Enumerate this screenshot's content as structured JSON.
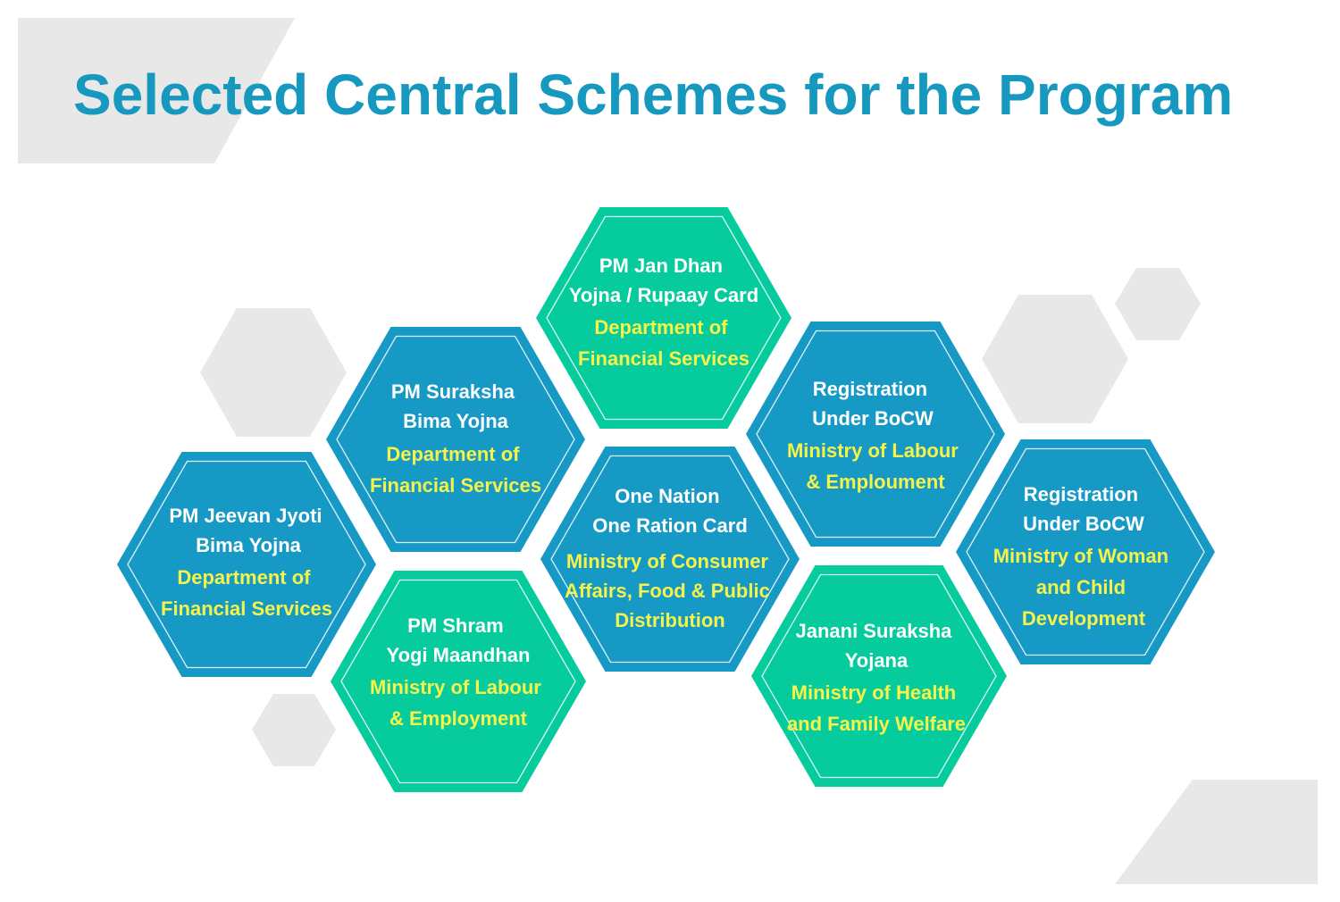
{
  "title": "Selected Central Schemes for the Program",
  "colors": {
    "title": "#1698BF",
    "blue_hex": "#1699C4",
    "green_hex": "#06CB9C",
    "subtitle": "#F4F44A",
    "decor": "#E8E8E8",
    "hex_border": "#ffffff"
  },
  "nodes": [
    {
      "id": "pm-jan-dhan",
      "color": "green",
      "title": [
        "PM Jan Dhan",
        "Yojna / Rupaay Card"
      ],
      "subtitle": [
        "Department of",
        "Financial Services"
      ]
    },
    {
      "id": "pm-suraksha-bima",
      "color": "blue",
      "title": [
        "PM Suraksha",
        "Bima Yojna"
      ],
      "subtitle": [
        "Department of",
        "Financial Services"
      ]
    },
    {
      "id": "registration-bocw-labour",
      "color": "blue",
      "title": [
        "Registration",
        "Under BoCW"
      ],
      "subtitle": [
        "Ministry of Labour",
        "& Emploument"
      ]
    },
    {
      "id": "pm-jeevan-jyoti",
      "color": "blue",
      "title": [
        "PM Jeevan Jyoti",
        "Bima Yojna"
      ],
      "subtitle": [
        "Department of",
        "Financial Services"
      ]
    },
    {
      "id": "one-nation-ration",
      "color": "blue",
      "title": [
        "One Nation",
        "One Ration Card"
      ],
      "subtitle": [
        "Ministry of Consumer",
        "Affairs, Food & Public",
        "Distribution"
      ]
    },
    {
      "id": "registration-bocw-woman",
      "color": "blue",
      "title": [
        "Registration",
        "Under BoCW"
      ],
      "subtitle": [
        "Ministry of Woman",
        "and Child",
        "Development"
      ]
    },
    {
      "id": "pm-shram-yogi",
      "color": "green",
      "title": [
        "PM Shram",
        "Yogi Maandhan"
      ],
      "subtitle": [
        "Ministry of Labour",
        "& Employment"
      ]
    },
    {
      "id": "janani-suraksha",
      "color": "green",
      "title": [
        "Janani Suraksha",
        "Yojana"
      ],
      "subtitle": [
        "Ministry of Health",
        "and Family Welfare"
      ]
    }
  ]
}
